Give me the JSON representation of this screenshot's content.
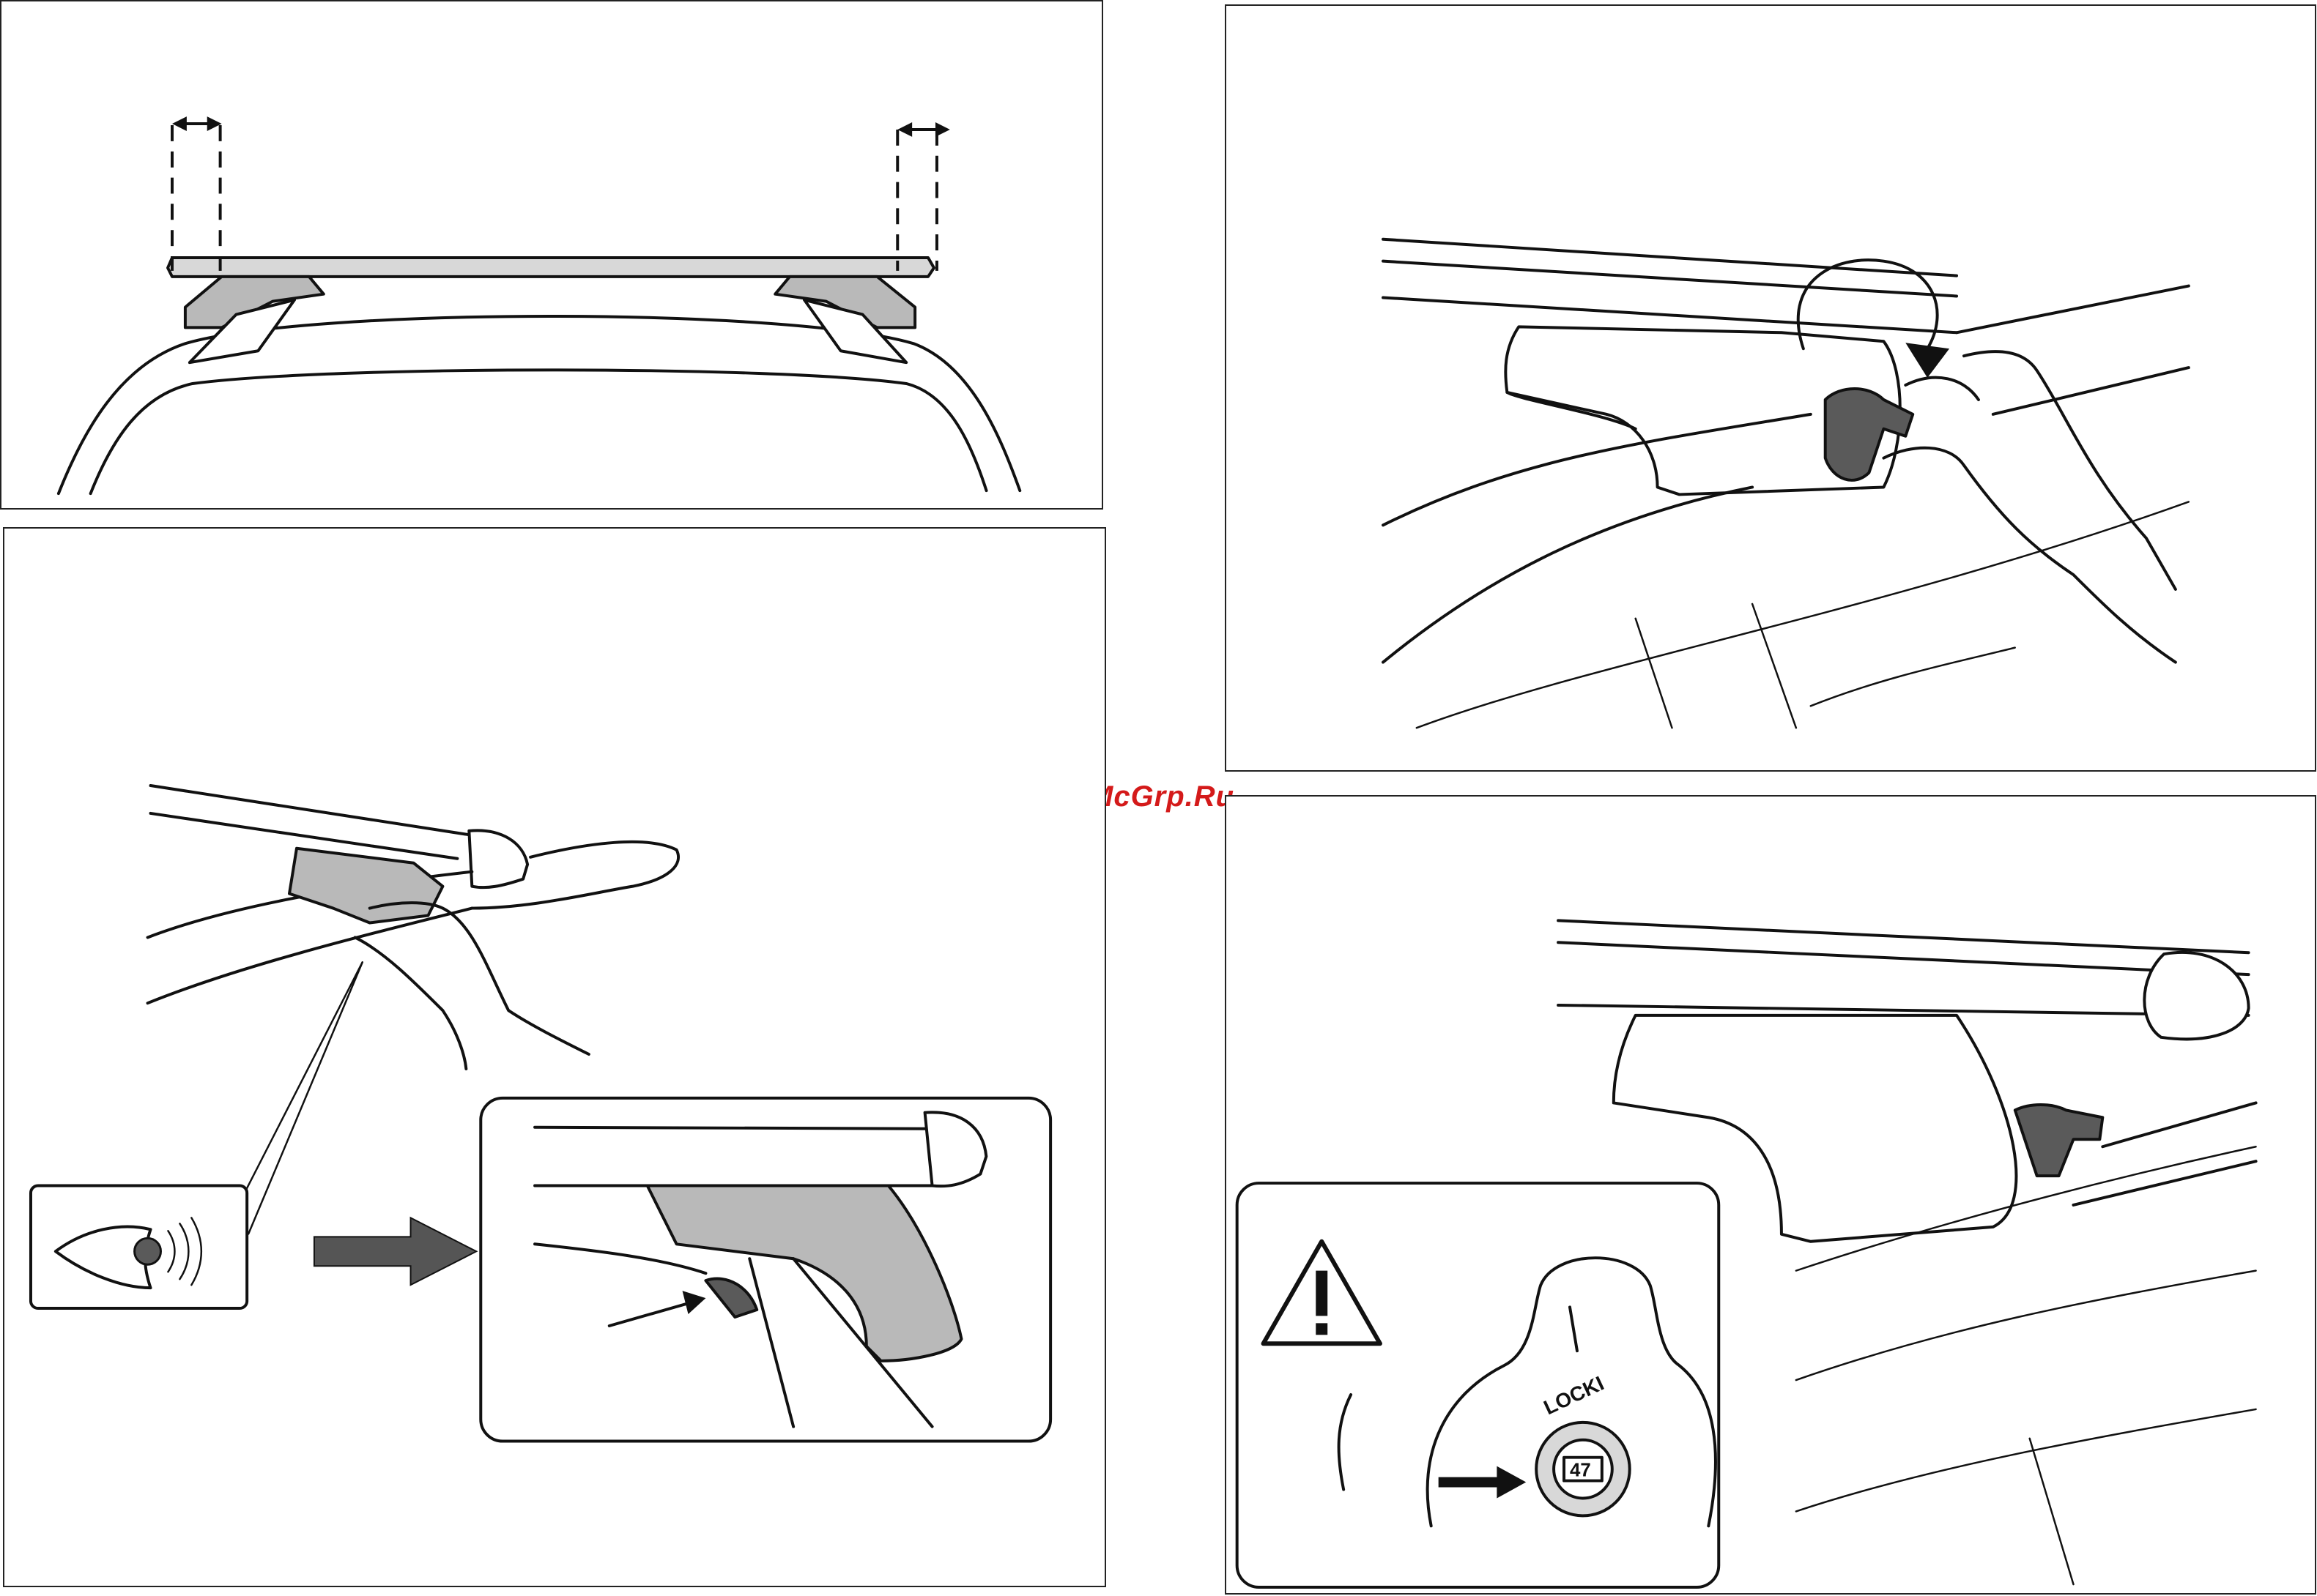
{
  "watermark": "McGrp.Ru",
  "lock": {
    "label": "LOCKI",
    "number": "47"
  },
  "panels": [
    {
      "id": "panel-1",
      "content": "roof-bar-overhang-measurement"
    },
    {
      "id": "panel-2",
      "content": "tightening-knob-by-hand"
    },
    {
      "id": "panel-3",
      "content": "fitting-foot-onto-roof-rail-with-inspection"
    },
    {
      "id": "panel-4",
      "content": "locking-cylinder-warning"
    }
  ],
  "icons": [
    "eye-icon",
    "warning-icon",
    "rotation-arrow-icon",
    "pointer-arrow-icon",
    "double-arrow-icon"
  ]
}
